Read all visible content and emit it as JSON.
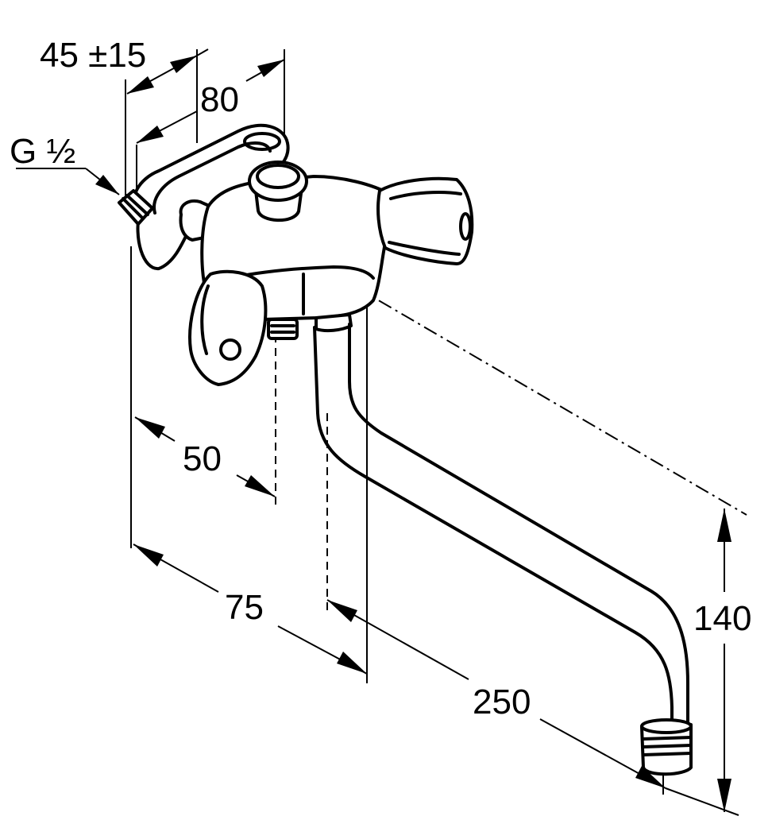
{
  "dimensions": {
    "thread": "G ½",
    "depth_range": "45 ±15",
    "width": "80",
    "spout_projection": "250",
    "spout_height": "140",
    "wall_to_outlet": "75",
    "wall_to_axis": "50"
  },
  "colors": {
    "line": "#000000",
    "background": "#ffffff"
  }
}
